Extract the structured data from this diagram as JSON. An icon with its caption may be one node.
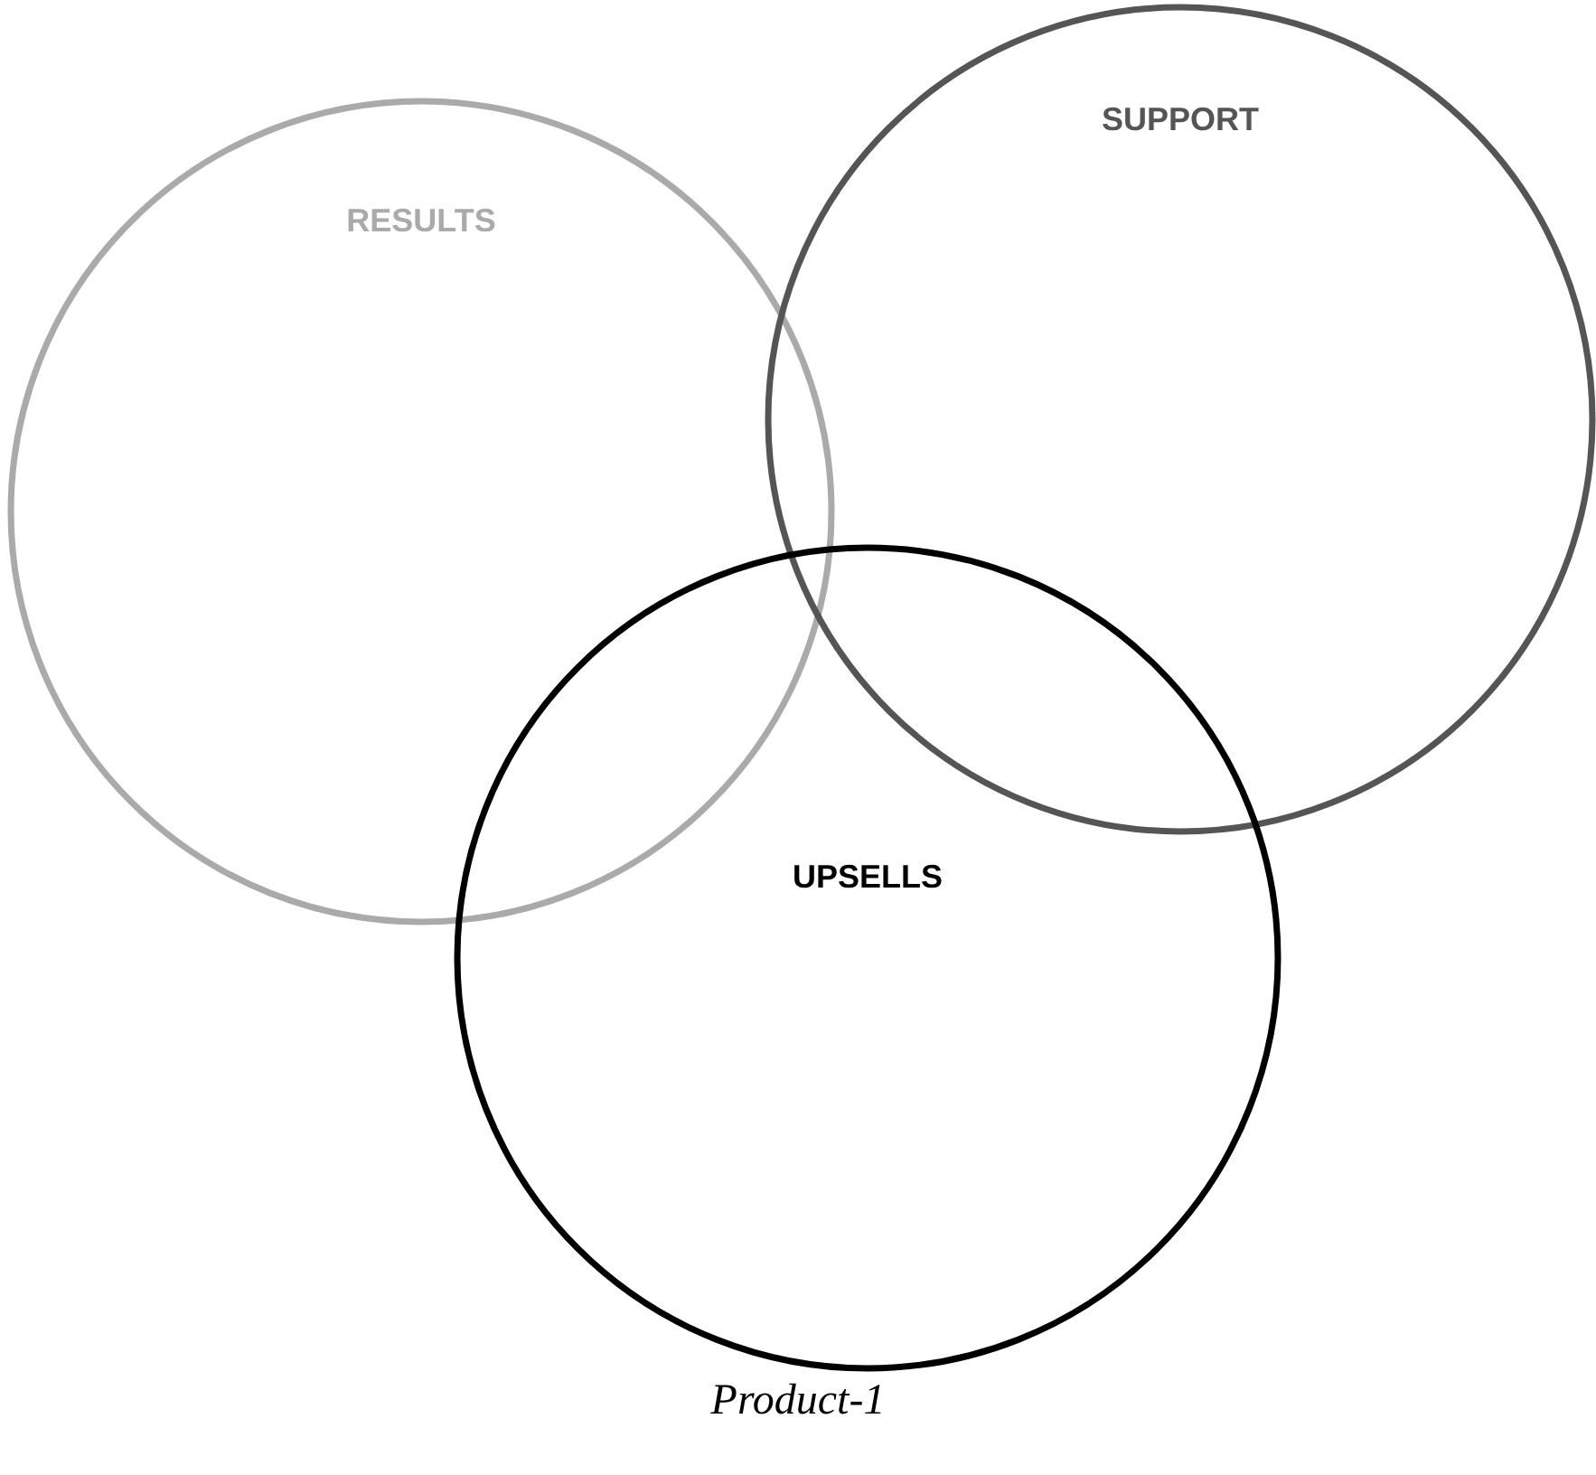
{
  "diagram": {
    "caption": "Product-1",
    "nodes": [
      {
        "text": [
          "RESULTS"
        ]
      },
      {
        "text": [
          "SUPPORT"
        ]
      },
      {
        "text": [
          "UPSELLS"
        ]
      }
    ]
  }
}
